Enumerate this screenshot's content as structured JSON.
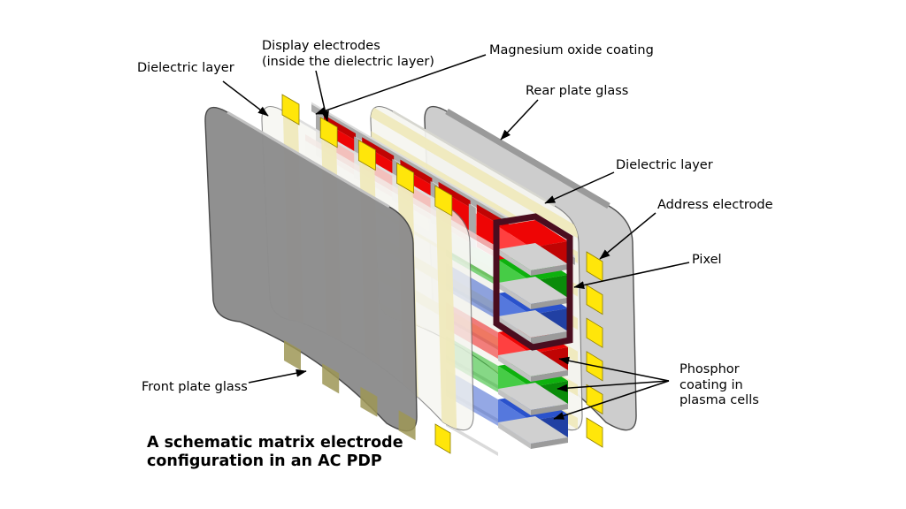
{
  "figure": {
    "caption_line1": "A schematic matrix electrode",
    "caption_line2": "configuration in an AC PDP"
  },
  "labels": {
    "dielectric_left": "Dielectric layer",
    "display_electrodes_line1": "Display electrodes",
    "display_electrodes_line2": "(inside the dielectric layer)",
    "magnesium_oxide": "Magnesium oxide coating",
    "rear_plate_glass": "Rear plate glass",
    "dielectric_right": "Dielectric layer",
    "address_electrode": "Address electrode",
    "pixel": "Pixel",
    "phosphor_line1": "Phosphor",
    "phosphor_line2": "coating in",
    "phosphor_line3": "plasma cells",
    "front_plate_glass": "Front plate glass"
  },
  "colors": {
    "background": "#ffffff",
    "front_glass": "#8d8d8d",
    "rear_glass": "#cdcdcd",
    "dielectric": "#f5f5f0",
    "electrode_yellow": "#ffe60a",
    "electrode_pale": "#efe9bc",
    "electrode_through_glass": "#9d9756",
    "rib_gray": "#9b9b9b",
    "rib_shelf": "#d0d0d0",
    "pixel_outline": "#4a0d1f",
    "mgo_pink": "#f0c6c6",
    "phosphor": {
      "red": {
        "main": "#ee0505",
        "dark": "#c00404",
        "light": "#ff4040"
      },
      "green": {
        "main": "#0db10d",
        "dark": "#0a8c0a",
        "light": "#46cc46"
      },
      "blue": {
        "main": "#2a52cc",
        "dark": "#2140a3",
        "light": "#5578dd"
      }
    }
  },
  "diagram": {
    "top_row_cells": [
      "red",
      "red",
      "red",
      "red",
      "red"
    ],
    "pixel_column_cells": [
      "red",
      "green",
      "blue",
      "red",
      "green",
      "blue"
    ],
    "interior_row_cells": [
      "red",
      "green",
      "blue",
      "red",
      "green",
      "blue"
    ],
    "display_electrode_count": 5,
    "address_electrode_count": 6
  }
}
